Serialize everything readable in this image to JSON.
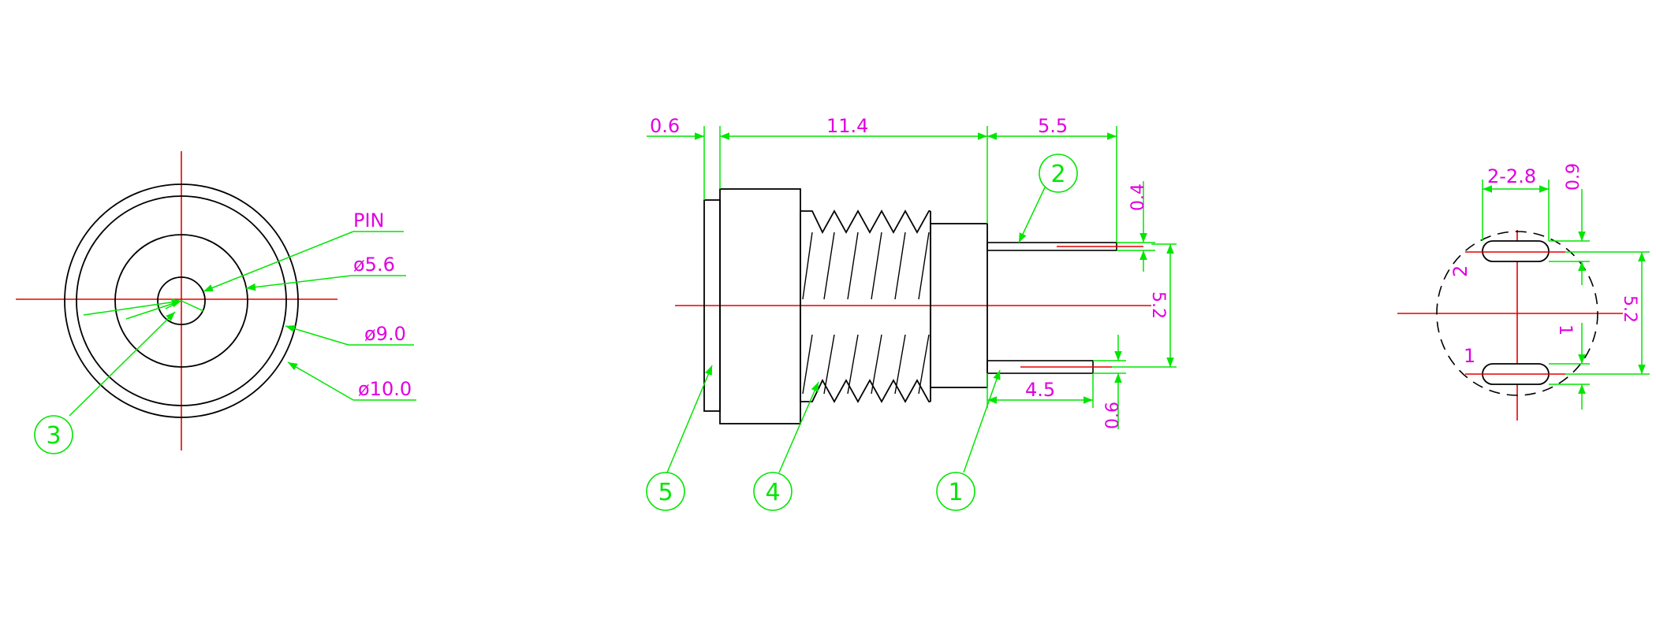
{
  "colors": {
    "outline": "#000000",
    "dimension": "#00e600",
    "center_line": "#e60000",
    "label": "#e000e0"
  },
  "front_view": {
    "pin_label": "PIN",
    "dia_pin": "ø5.6",
    "dia_inner": "ø9.0",
    "dia_outer": "ø10.0",
    "callout": "3"
  },
  "side_view": {
    "dim_flange": "0.6",
    "dim_body": "11.4",
    "dim_pin_length": "5.5",
    "dim_pin_thickness": "0.4",
    "dim_pin_spacing": "5.2",
    "dim_lower_pin_length": "4.5",
    "dim_lower_pin_thickness": "0.6",
    "callouts": [
      "5",
      "4",
      "1",
      "2"
    ]
  },
  "footprint_view": {
    "dim_slot": "2-2.8",
    "dim_slot_width": "0.9",
    "dim_spacing": "5.2",
    "dim_lower_slot": "1",
    "pin_label_top": "2",
    "pin_label_bottom": "1"
  }
}
